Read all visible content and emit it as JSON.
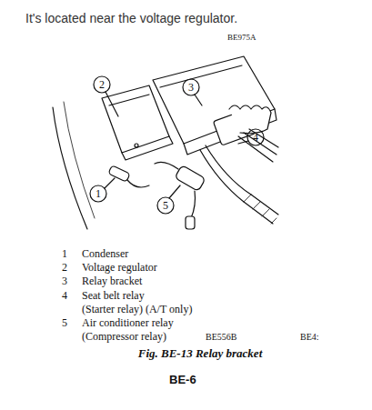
{
  "diagram": {
    "caption": "Fig. BE-13 Relay bracket",
    "labels": [
      "It's located near the voltage regulator.",
      "BE975A",
      "2",
      "3",
      "4",
      "1",
      "5",
      "1",
      "Condenser",
      "2",
      "Voltage regulator",
      "3",
      "Relay bracket",
      "4",
      "Seat belt relay",
      "(Starter relay) (A/T only)",
      "5",
      "Air conditioner relay",
      "(Compressor relay)",
      "BE556B",
      "BE4:",
      "BE-6"
    ]
  }
}
